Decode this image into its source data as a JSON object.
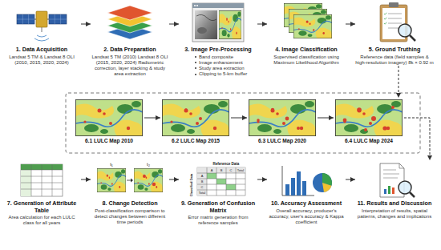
{
  "diagram": {
    "nodes": [
      {
        "text": [
          "1. Data Acquisition",
          "Landsat 5 TM & Landsat 8 OLI (2010, 2015, 2020, 2024)"
        ]
      },
      {
        "text": [
          "2. Data Preparation",
          "Landsat 5 TM (2010) Landsat 8 OLI (2015, 2020, 2024) Radiometric correction, layer stacking & study area extraction"
        ]
      },
      {
        "text": [
          "3. Image Pre-Processing",
          "Band composite",
          "Image enhancement",
          "Study area extraction",
          "Clipping to 5-km buffer"
        ]
      },
      {
        "text": [
          "4. Image Classification",
          "Supervised classification using Maximum Likelihood Algorithm"
        ]
      },
      {
        "text": [
          "5. Ground Truthing",
          "Reference data (field samples & high-resolution imagery) 8k × 0.92 m"
        ]
      },
      {
        "text": [
          "6.1 LULC Map 2010"
        ]
      },
      {
        "text": [
          "6.2 LULC Map 2015"
        ]
      },
      {
        "text": [
          "6.3 LULC Map 2020"
        ]
      },
      {
        "text": [
          "6.4 LULC Map 2024"
        ]
      },
      {
        "text": [
          "7. Generation of Attribute Table",
          "Area calculation for each LULC class for all years"
        ]
      },
      {
        "text": [
          "8. Change Detection",
          "Post-classification comparison to detect changes between different time periods"
        ]
      },
      {
        "text": [
          "9. Generation of Confusion Matrix",
          "Error matrix generation from reference samples"
        ]
      },
      {
        "text": [
          "10. Accuracy Assessment",
          "Overall accuracy, producer's accuracy, user's accuracy & Kappa coefficient"
        ]
      },
      {
        "text": [
          "11. Results and Discussion",
          "Interpretation of results, spatial patterns, changes and implications"
        ]
      }
    ],
    "edges": [
      {
        "from": 0,
        "to": 1,
        "arrow": "to"
      },
      {
        "from": 1,
        "to": 2,
        "arrow": "to"
      },
      {
        "from": 2,
        "to": 3,
        "arrow": "to"
      },
      {
        "from": 3,
        "to": 4,
        "arrow": "to"
      },
      {
        "from": 4,
        "to": 8,
        "arrow": "to"
      },
      {
        "from": 5,
        "to": 6,
        "arrow": "to"
      },
      {
        "from": 6,
        "to": 7,
        "arrow": "to"
      },
      {
        "from": 7,
        "to": 8,
        "arrow": "to"
      },
      {
        "from": 8,
        "to": 13,
        "arrow": "to"
      },
      {
        "from": 9,
        "to": 10,
        "arrow": "to"
      },
      {
        "from": 10,
        "to": 11,
        "arrow": "to"
      },
      {
        "from": 11,
        "to": 12,
        "arrow": "to"
      },
      {
        "from": 12,
        "to": 13,
        "arrow": "to"
      }
    ],
    "labels": [
      "t₁",
      "t₂",
      "Reference Data",
      "A",
      "B",
      "C",
      "Total",
      "Classified Data",
      "A",
      "B",
      "C",
      "Total"
    ]
  }
}
